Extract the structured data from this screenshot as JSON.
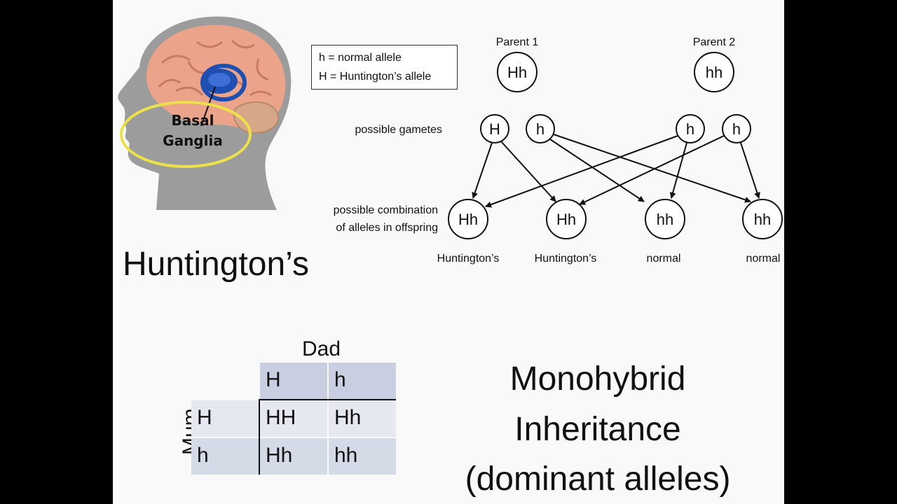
{
  "legend": {
    "normal": "h = normal allele",
    "huntington": "H = Huntington’s allele"
  },
  "parents": {
    "p1_label": "Parent 1",
    "p1_genotype": "Hh",
    "p2_label": "Parent 2",
    "p2_genotype": "hh"
  },
  "gametes": {
    "label": "possible gametes",
    "items": [
      "H",
      "h",
      "h",
      "h"
    ]
  },
  "offspring": {
    "label_line1": "possible combination",
    "label_line2": "of alleles in offspring",
    "items": [
      {
        "genotype": "Hh",
        "phenotype": "Huntington’s"
      },
      {
        "genotype": "Hh",
        "phenotype": "Huntington’s"
      },
      {
        "genotype": "hh",
        "phenotype": "normal"
      },
      {
        "genotype": "hh",
        "phenotype": "normal"
      }
    ]
  },
  "brain": {
    "label_line1": "Basal",
    "label_line2": "Ganglia"
  },
  "disease_title": "Huntington’s",
  "punnett": {
    "top_label": "Dad",
    "side_label": "Mum",
    "dad_alleles": [
      "H",
      "h"
    ],
    "mum_alleles": [
      "H",
      "h"
    ],
    "cells": [
      [
        "HH",
        "Hh"
      ],
      [
        "Hh",
        "hh"
      ]
    ]
  },
  "slide_title": {
    "line1": "Monohybrid",
    "line2": "Inheritance",
    "line3": "(dominant alleles)"
  },
  "colors": {
    "header_cell": "#c9cfe0",
    "body_cell_light": "#e5e8f0",
    "body_cell_dark": "#d5dae7",
    "brain": "#eba48a",
    "ganglia": "#1f4fb0",
    "head": "#9c9c9c",
    "highlight": "#ece14a"
  }
}
